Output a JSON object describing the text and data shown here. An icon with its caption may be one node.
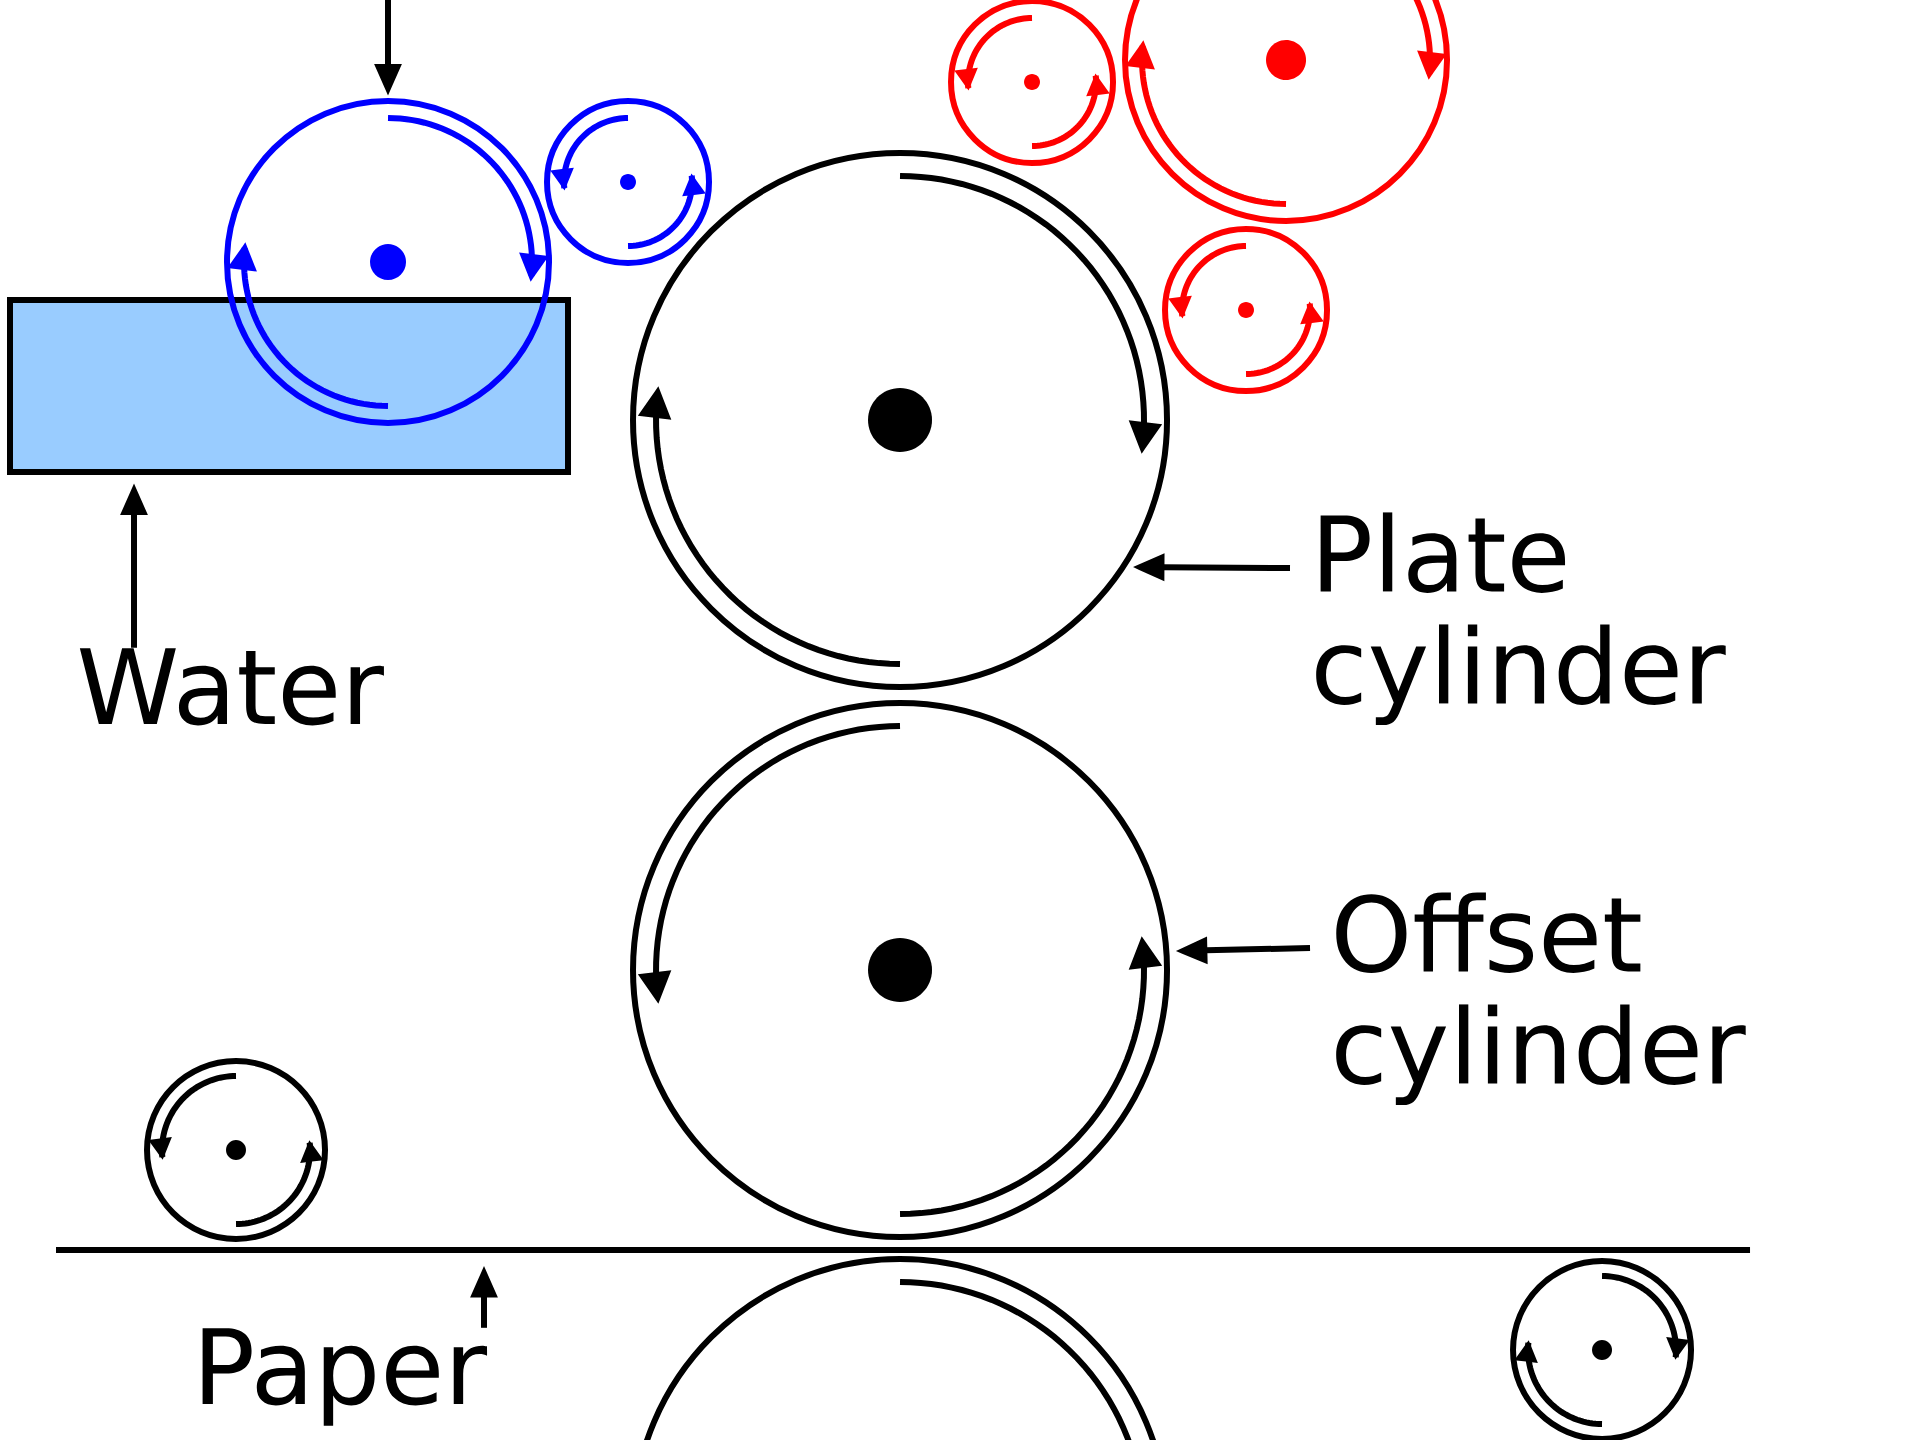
{
  "diagram": {
    "nodes": [
      {
        "text": [
          "Water"
        ]
      },
      {
        "text": [],
        "shape": "box"
      },
      {
        "text": [
          "Plate cylinder"
        ]
      },
      {
        "text": [],
        "shape": "circle"
      },
      {
        "text": [
          "Offset cylinder"
        ]
      },
      {
        "text": [],
        "shape": "circle"
      },
      {
        "text": [
          "Paper"
        ]
      },
      {
        "text": [],
        "shape": "line"
      },
      {
        "text": [],
        "shape": "circle"
      }
    ],
    "edges": [
      {
        "from": 0,
        "to": 1,
        "arrow": "to"
      },
      {
        "from": 2,
        "to": 3,
        "arrow": "to"
      },
      {
        "from": 4,
        "to": 5,
        "arrow": "to"
      },
      {
        "from": 6,
        "to": 7,
        "arrow": "to"
      },
      {
        "from": null,
        "to": 8,
        "arrow": "to"
      }
    ]
  }
}
